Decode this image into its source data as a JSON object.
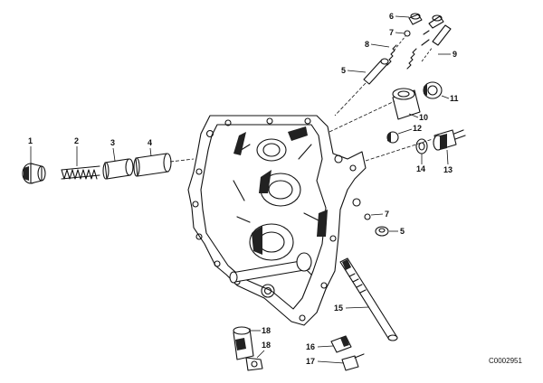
{
  "diagram": {
    "image_code": "C0002951",
    "callouts": [
      {
        "id": "p1",
        "label": "1"
      },
      {
        "id": "p2",
        "label": "2"
      },
      {
        "id": "p3",
        "label": "3"
      },
      {
        "id": "p4",
        "label": "4"
      },
      {
        "id": "p5a",
        "label": "5"
      },
      {
        "id": "p5b",
        "label": "5"
      },
      {
        "id": "p6",
        "label": "6"
      },
      {
        "id": "p7a",
        "label": "7"
      },
      {
        "id": "p7b",
        "label": "7"
      },
      {
        "id": "p8",
        "label": "8"
      },
      {
        "id": "p9",
        "label": "9"
      },
      {
        "id": "p10",
        "label": "10"
      },
      {
        "id": "p11",
        "label": "11"
      },
      {
        "id": "p12",
        "label": "12"
      },
      {
        "id": "p13",
        "label": "13"
      },
      {
        "id": "p14",
        "label": "14"
      },
      {
        "id": "p15",
        "label": "15"
      },
      {
        "id": "p16",
        "label": "16"
      },
      {
        "id": "p17",
        "label": "17"
      },
      {
        "id": "p18a",
        "label": "18"
      },
      {
        "id": "p18b",
        "label": "18"
      }
    ]
  }
}
